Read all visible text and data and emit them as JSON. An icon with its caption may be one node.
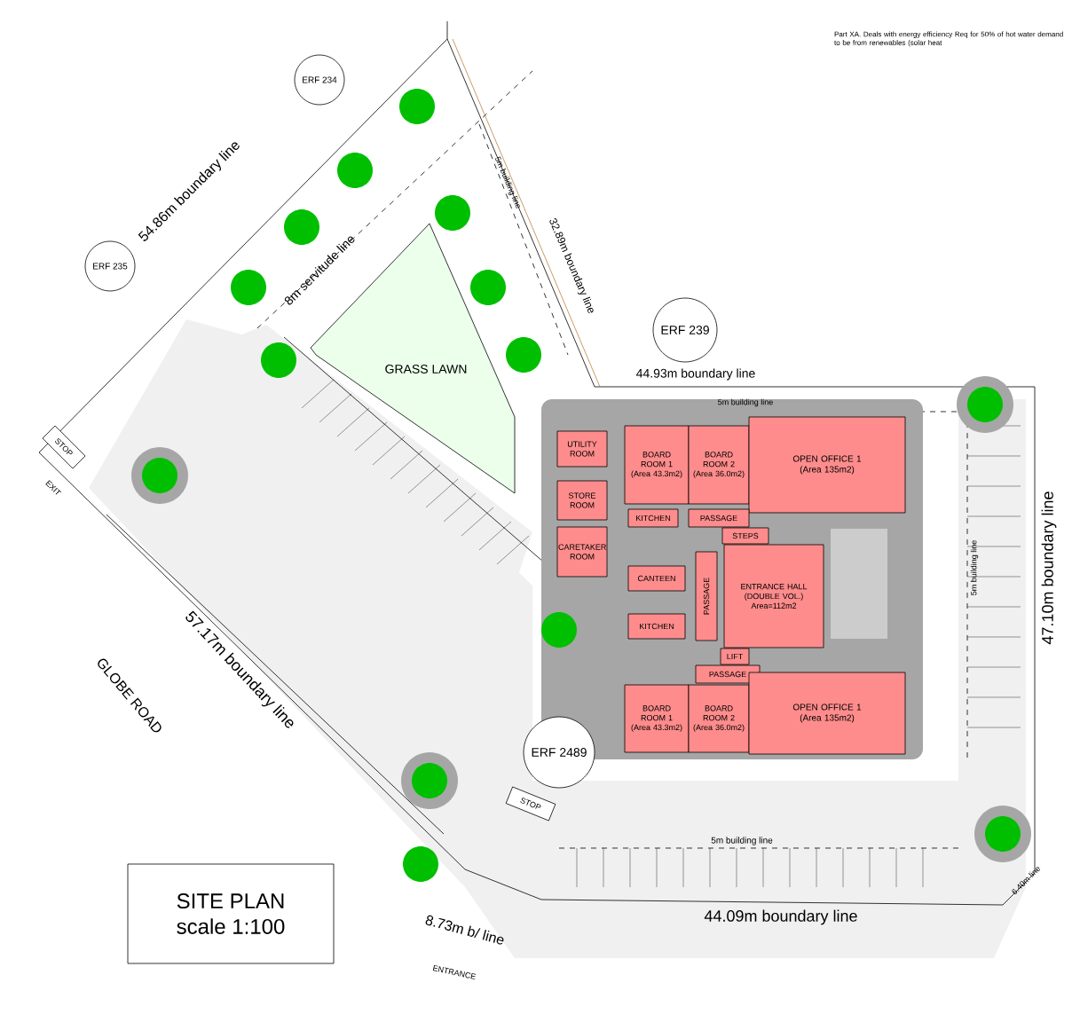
{
  "diagram": {
    "nodes": [
      {
        "text": [
          "ERF 234"
        ]
      },
      {
        "text": [
          "ERF 235"
        ]
      },
      {
        "text": [
          "ERF 239"
        ]
      },
      {
        "text": [
          "ERF 2489"
        ]
      },
      {
        "text": [
          "GRASS LAWN"
        ]
      },
      {
        "text": [
          "STOP"
        ]
      },
      {
        "text": [
          "UTILITY ROOM"
        ]
      },
      {
        "text": [
          "STORE ROOM"
        ]
      },
      {
        "text": [
          "CARETAKER ROOM"
        ]
      },
      {
        "text": [
          "BOARD ROOM 1",
          "(Area 43.3m2)"
        ]
      },
      {
        "text": [
          "BOARD ROOM 2",
          "(Area 36.0m2)"
        ]
      },
      {
        "text": [
          "OPEN OFFICE 1",
          "(Area 135m2)"
        ]
      },
      {
        "text": [
          "KITCHEN"
        ]
      },
      {
        "text": [
          "PASSAGE"
        ]
      },
      {
        "text": [
          "STEPS"
        ]
      },
      {
        "text": [
          "PASSAGE"
        ]
      },
      {
        "text": [
          "ENTRANCE HALL (DOUBLE VOL.)",
          "Area=112m2"
        ]
      },
      {
        "text": [
          "CANTEEN"
        ]
      },
      {
        "text": [
          "KITCHEN"
        ]
      },
      {
        "text": [
          "LIFT"
        ]
      },
      {
        "text": [
          "PASSAGE"
        ]
      },
      {
        "text": [
          "BOARD ROOM 1",
          "(Area 43.3m2)"
        ]
      },
      {
        "text": [
          "BOARD ROOM 2",
          "(Area 36.0m2)"
        ]
      },
      {
        "text": [
          "OPEN OFFICE 1",
          "(Area 135m2)"
        ]
      },
      {
        "text": [
          "STOP"
        ]
      },
      {
        "text": [
          "SITE PLAN",
          "scale 1:100"
        ]
      }
    ],
    "labels": [
      "Part XA. Deals with energy efficiency Req for 50% of hot water demand to be from renewables (solar heat",
      "54.86m boundary line",
      "8m servitude line",
      "32.89m boundary line",
      "5m building line",
      "44.93m boundary line",
      "5m building line",
      "EXIT",
      "57.17m boundary line",
      "GLOBE ROAD",
      "5m building line",
      "47.10m boundary line",
      "5m building line",
      "44.09m boundary line",
      "6.40m line",
      "8.73m b/ line",
      "ENTRANCE"
    ]
  }
}
